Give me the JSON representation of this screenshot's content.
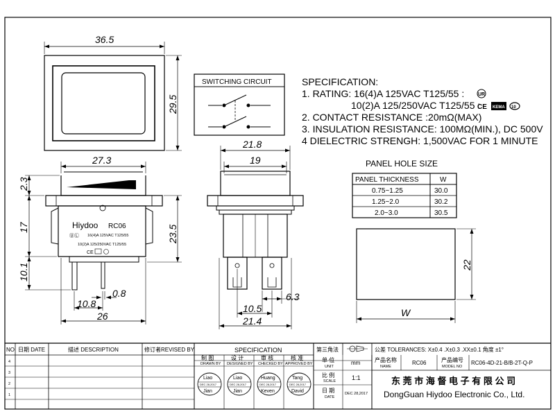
{
  "drawing": {
    "top_view": {
      "width_dim": "36.5",
      "height_dim": "29.5"
    },
    "front_view": {
      "width_dim": "27.3",
      "top_dim": "2.3",
      "body_dim": "17",
      "total_dim": "23.5",
      "pin_dim": "10.1",
      "pin_pitch_dim": "10.8",
      "pin_thick_dim": "0.8",
      "base_dim": "26",
      "marking": {
        "brand": "Hiydoo",
        "model": "RC06",
        "line1": "16(4)A 125VAC T125/55",
        "line2": "10(2)A 125/250VAC T125/55"
      }
    },
    "side_view": {
      "top_dim": "21.8",
      "inner_dim": "19",
      "pin_dim": "6.3",
      "pitch_dim": "10.5",
      "base_dim": "21.4"
    },
    "switching_circuit": {
      "title": "SWITCHING CIRCUIT"
    },
    "specification": {
      "title": "SPECIFICATION:",
      "line1": "1. RATING: 16(4)A 125VAC T125/55 :",
      "line2": "10(2)A 125/250VAC T125/55 :",
      "line3": "2. CONTACT RESISTANCE :20mΩ(MAX)",
      "line4": "3. INSULATION RESISTANCE: 100MΩ(MIN.), DC 500V",
      "line5": "4 DIELECTRIC STRENGH: 1,500VAC FOR 1 MINUTE",
      "cert_marks": [
        "UR",
        "CE",
        "KEMA",
        "ENEC"
      ]
    },
    "panel_hole": {
      "title": "PANEL HOLE SIZE",
      "headers": [
        "PANEL THICKNESS",
        "W"
      ],
      "rows": [
        [
          "0.75~1.25",
          "30.0"
        ],
        [
          "1.25~2.0",
          "30.2"
        ],
        [
          "2.0~3.0",
          "30.5"
        ]
      ],
      "height_dim": "22",
      "width_label": "W"
    }
  },
  "title_block": {
    "col_no": "NO",
    "col_date": "日期 DATE",
    "col_desc": "描述 DESCRIPTION",
    "col_revised": "修订者REVISED BY",
    "spec_header": "SPECIFICATION",
    "projection": "第三角法",
    "tolerance": "公差 TOLERANCES: X±0.4  .X±0.3  .XX±0.1 角度 ±1°",
    "row_numbers": [
      "4",
      "3",
      "2",
      "1"
    ],
    "sig_roles": [
      {
        "cn": "制  图",
        "en": "DRAWN BY",
        "name_top": "Liao",
        "name_bottom": "Jian"
      },
      {
        "cn": "设  计",
        "en": "DESIGNED BY",
        "name_top": "Liao",
        "name_bottom": "Jian"
      },
      {
        "cn": "审  核",
        "en": "CHECKED BY",
        "name_top": "Huang",
        "name_bottom": "Keven"
      },
      {
        "cn": "核  准",
        "en": "APPROVED BY",
        "name_top": "Tang",
        "name_bottom": "David"
      }
    ],
    "stamp_date": "DEC 28,2017",
    "unit_label_cn": "单  位",
    "unit_label_en": "UNIT",
    "unit": "mm",
    "scale_label_cn": "比  例",
    "scale_label_en": "SCALE",
    "scale": "1:1",
    "date_label_cn": "日  期",
    "date_label_en": "DATE",
    "date": "DEC 28,2017",
    "product_name_cn": "产品名称",
    "product_name_en": "NAME",
    "product_name": "RC06",
    "model_no_cn": "产品编号",
    "model_no_en": "MODEL NO",
    "model_no": "RC06-4D-21-B/B-2T-Q-P",
    "company_cn": "东 莞 市 海 督 电 子 有 限 公 司",
    "company_en": "DongGuan Hiydoo Electronic Co., Ltd."
  }
}
